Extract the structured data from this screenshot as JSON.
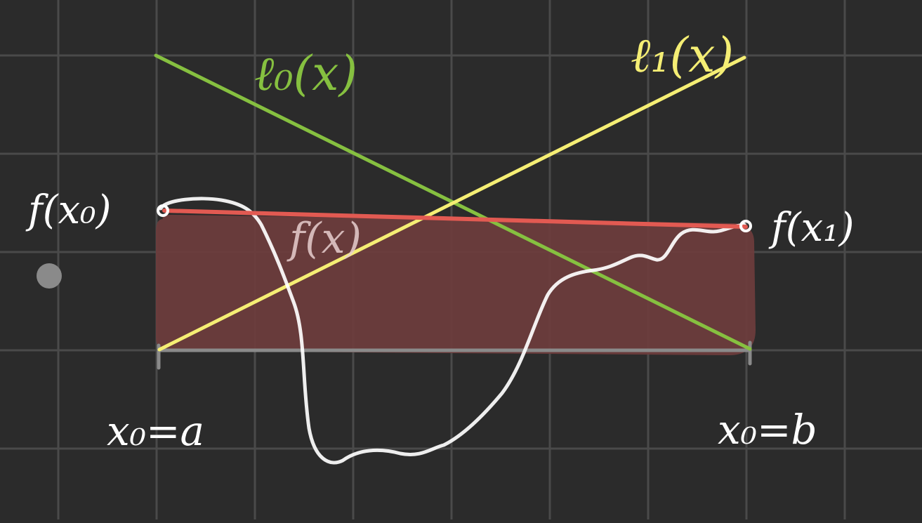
{
  "labels": {
    "f_x0": "f(x₀)",
    "f_x1": "f(x₁)",
    "l0": "ℓ₀(x)",
    "l1": "ℓ₁(x)",
    "fx": "f(x)",
    "x0_left": "x₀=a",
    "x0_right": "x₀=b"
  },
  "colors": {
    "background": "#2b2b2b",
    "grid": "#4a4a4a",
    "l0_line": "#86c040",
    "l1_line": "#f5ee74",
    "secant_line": "#e25a52",
    "area_fill": "#6b3c3c",
    "curve": "#ffffff",
    "axis": "#8a8a8a"
  }
}
